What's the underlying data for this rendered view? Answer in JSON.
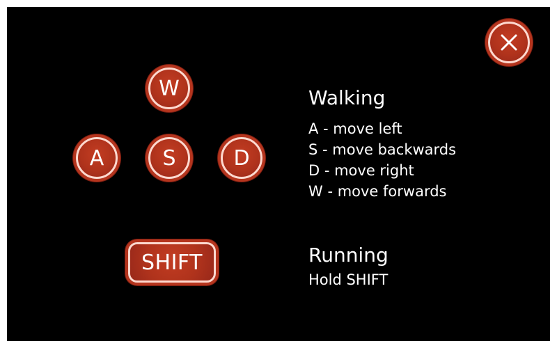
{
  "keys": {
    "w": "W",
    "a": "A",
    "s": "S",
    "d": "D",
    "shift": "SHIFT"
  },
  "walking": {
    "title": "Walking",
    "lines": [
      "A - move left",
      "S - move backwards",
      "D - move right",
      "W - move forwards"
    ]
  },
  "running": {
    "title": "Running",
    "line": "Hold SHIFT"
  },
  "close_icon": "close-x-icon",
  "colors": {
    "background": "#000000",
    "key_fill": "#b0331c",
    "key_border": "#ffd9cf",
    "text": "#ffffff"
  }
}
